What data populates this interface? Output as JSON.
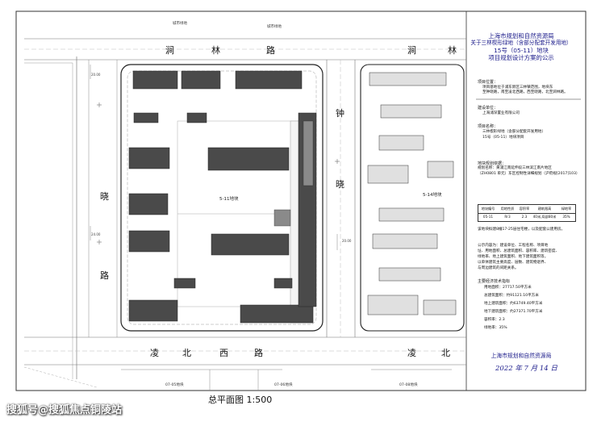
{
  "watermark": "搜狐号@搜狐焦点铜陵站",
  "plan": {
    "drawing_title": "总平面图 1:500",
    "road_north": [
      "涧",
      "林",
      "路"
    ],
    "road_north_right": [
      "涧",
      "林"
    ],
    "road_south": [
      "凌",
      "北",
      "西",
      "路"
    ],
    "road_south_right": [
      "凌",
      "北"
    ],
    "road_west": [
      "晓",
      "路"
    ],
    "road_middle": [
      "钟",
      "晓"
    ],
    "block_main": "5-11地块",
    "block_east": "5-14地块",
    "top_labels": [
      "城市绿地",
      "城市绿地"
    ],
    "bottom_labels": [
      "07-05地块",
      "07-06地块",
      "07-08地块"
    ],
    "small_dims": [
      "20.00",
      "24.00",
      "20.00"
    ]
  },
  "panel": {
    "title_lines": [
      "上海市规划和自然资源局",
      "关于三林楔形绿地（含部分配套开发用地）",
      "15号（05-11）地块",
      "项目规划设计方案的公示"
    ],
    "sec1_head": "项目位置：",
    "sec1_lines": [
      "项目基地位于浦东新区三林镇范围，地块东",
      "至钟晓路，南至凌北西路，西至晓路，北至涧林路。"
    ],
    "sec2_head": "建设单位：",
    "sec2_lines": [
      "上海浦深置业有限公司"
    ],
    "sec3_head": "项目名称：",
    "sec3_lines": [
      "三林楔形绿地（含部分配套开发用地）",
      "15号（05-11）地块项目"
    ],
    "sec4_head": "地块规划依据：",
    "sec4_lines": [
      "规划名称：黄浦江南延伸段三林滨江南片地区",
      "（ZH0801 单元）东区控制性详细规划（沪府规[2017]103）"
    ],
    "table_header": [
      "地块编号",
      "用地性质",
      "容积率",
      "建筑限高",
      "绿地率"
    ],
    "table_row": [
      "05-11",
      "Rr3",
      "2.3",
      "40米,局部80米",
      "35%"
    ],
    "sec5_lines": [
      "该地块拟建8幢17-25层住宅楼，以及配套公建用房。"
    ],
    "sec6_lines": [
      "公示内容为：建设单位、工程名称、项目地",
      "址、用地面积、总建筑面积、容积率、建筑密度、",
      "绿地率、地上建筑面积、地下建筑面积等，",
      "以单体建筑主要高度、层数、建筑物退界、",
      "与周边建筑的间距关系。"
    ],
    "sec7_head": "主要经济技术指标",
    "indicators": [
      "用地面积：27717.50平方米",
      "总建筑面积：约91121.10平方米",
      "地上建筑面积：约63749.40平方米",
      "地下建筑面积：约27371.70平方米",
      "容积率：2.3",
      "绿地率：35%"
    ],
    "signature": "上海市规划和自然资源局",
    "date": "2022 年 7 月 14 日"
  }
}
